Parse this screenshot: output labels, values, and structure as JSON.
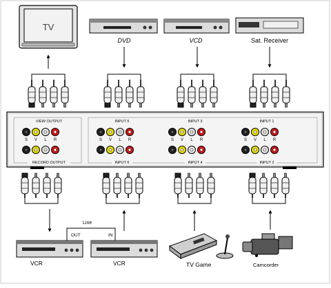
{
  "devices_top": {
    "tv_label": "TV",
    "dvd_label": "DVD",
    "vcd_label": "VCD",
    "sat_label": "Sat. Receiver"
  },
  "devices_bottom": {
    "vcr_label": "VCR",
    "vcr2_label": "VCR",
    "tvgame_label": "TV Game",
    "camcorder_label": "Camcorder",
    "line_label": "Line",
    "out_label": "OUT",
    "in_label": "IN"
  },
  "panel": {
    "view_output": "VIEW OUTPUT",
    "record_output": "RECORD OUTPUT",
    "input5": "INPUT 5",
    "input6": "INPUT 6",
    "input3": "INPUT 3",
    "input4": "INPUT 4",
    "input1": "INPUT 1",
    "input2": "INPUT 2",
    "jack_s": "S",
    "jack_v": "V",
    "jack_l": "L",
    "jack_r": "R"
  },
  "colors": {
    "svideo": "#222222",
    "video": "#f2e600",
    "audio_l": "#e8e8e8",
    "audio_r": "#d81818",
    "panel_bg": "#f6f6f6",
    "line": "#000000"
  }
}
